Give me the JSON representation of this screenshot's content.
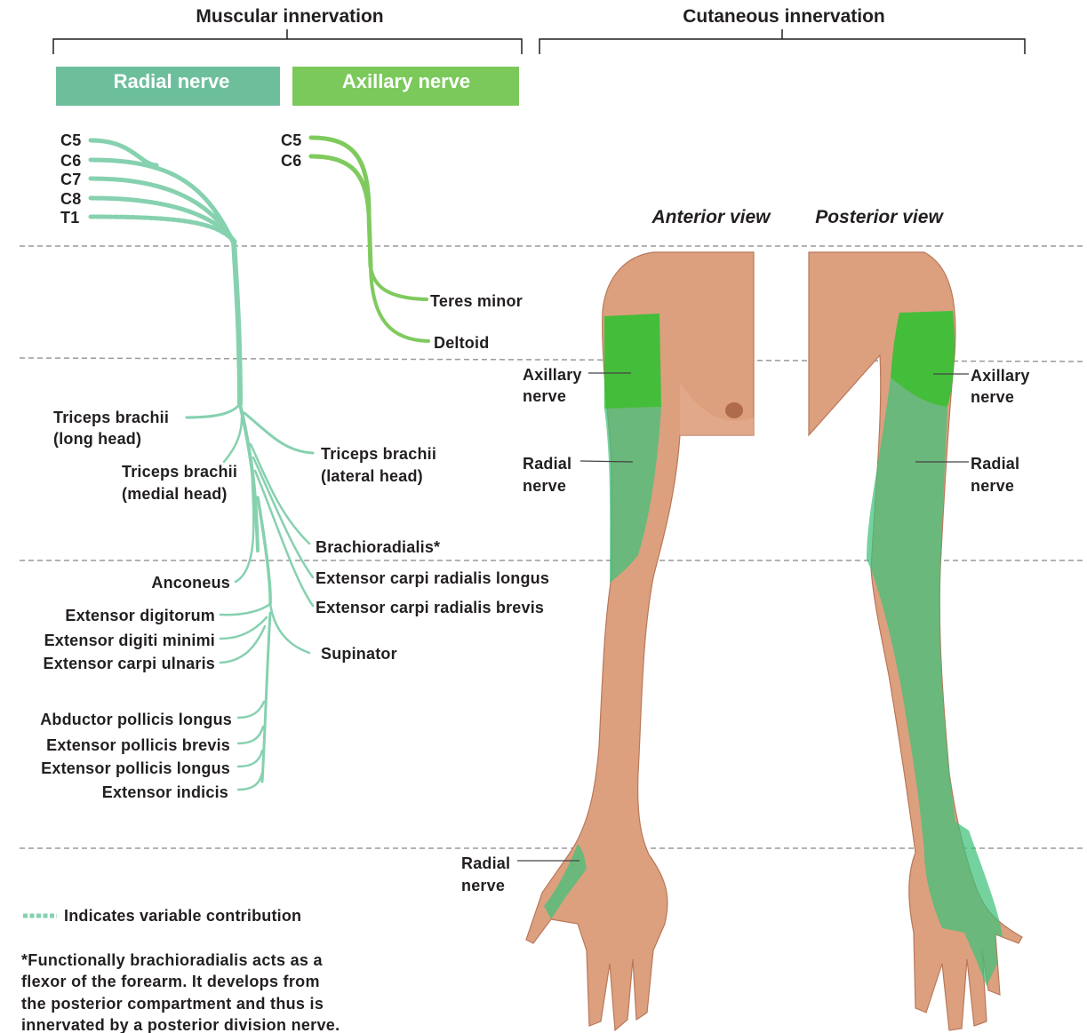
{
  "headers": {
    "muscular": "Muscular innervation",
    "cutaneous": "Cutaneous innervation"
  },
  "boxes": {
    "radial": "Radial nerve",
    "axillary": "Axillary nerve"
  },
  "colors": {
    "radial": "#6dbf9c",
    "axillary": "#7bc95b",
    "radial_zone": "#3fc07a",
    "axillary_zone": "#29c22f",
    "skin": "#dca07f"
  },
  "roots": {
    "radial": [
      "C5",
      "C6",
      "C7",
      "C8",
      "T1"
    ],
    "axillary": [
      "C5",
      "C6"
    ]
  },
  "muscles": {
    "teres_minor": "Teres minor",
    "deltoid": "Deltoid",
    "triceps_long": [
      "Triceps brachii",
      "(long head)"
    ],
    "triceps_medial": [
      "Triceps brachii",
      "(medial head)"
    ],
    "triceps_lateral": [
      "Triceps brachii",
      "(lateral head)"
    ],
    "brachioradialis": "Brachioradialis*",
    "ecrl": "Extensor carpi radialis longus",
    "ecrb": "Extensor carpi radialis brevis",
    "anconeus": "Anconeus",
    "supinator": "Supinator",
    "ext_digitorum": "Extensor digitorum",
    "ext_digiti_minimi": "Extensor digiti minimi",
    "ext_carpi_ulnaris": "Extensor carpi ulnaris",
    "abd_pollicis_longus": "Abductor pollicis longus",
    "ext_pollicis_brevis": "Extensor pollicis brevis",
    "ext_pollicis_longus": "Extensor pollicis longus",
    "ext_indicis": "Extensor indicis"
  },
  "views": {
    "anterior": "Anterior view",
    "posterior": "Posterior view"
  },
  "arm_labels": {
    "ant_axillary": [
      "Axillary",
      "nerve"
    ],
    "ant_radial": [
      "Radial",
      "nerve"
    ],
    "hand_radial": [
      "Radial",
      "nerve"
    ],
    "post_axillary": [
      "Axillary",
      "nerve"
    ],
    "post_radial": [
      "Radial",
      "nerve"
    ]
  },
  "legend": {
    "variable": "Indicates variable contribution"
  },
  "footnote": [
    "*Functionally brachioradialis acts as a",
    "flexor of the forearm. It develops from",
    "the posterior compartment and thus is",
    "innervated by a posterior division nerve."
  ]
}
